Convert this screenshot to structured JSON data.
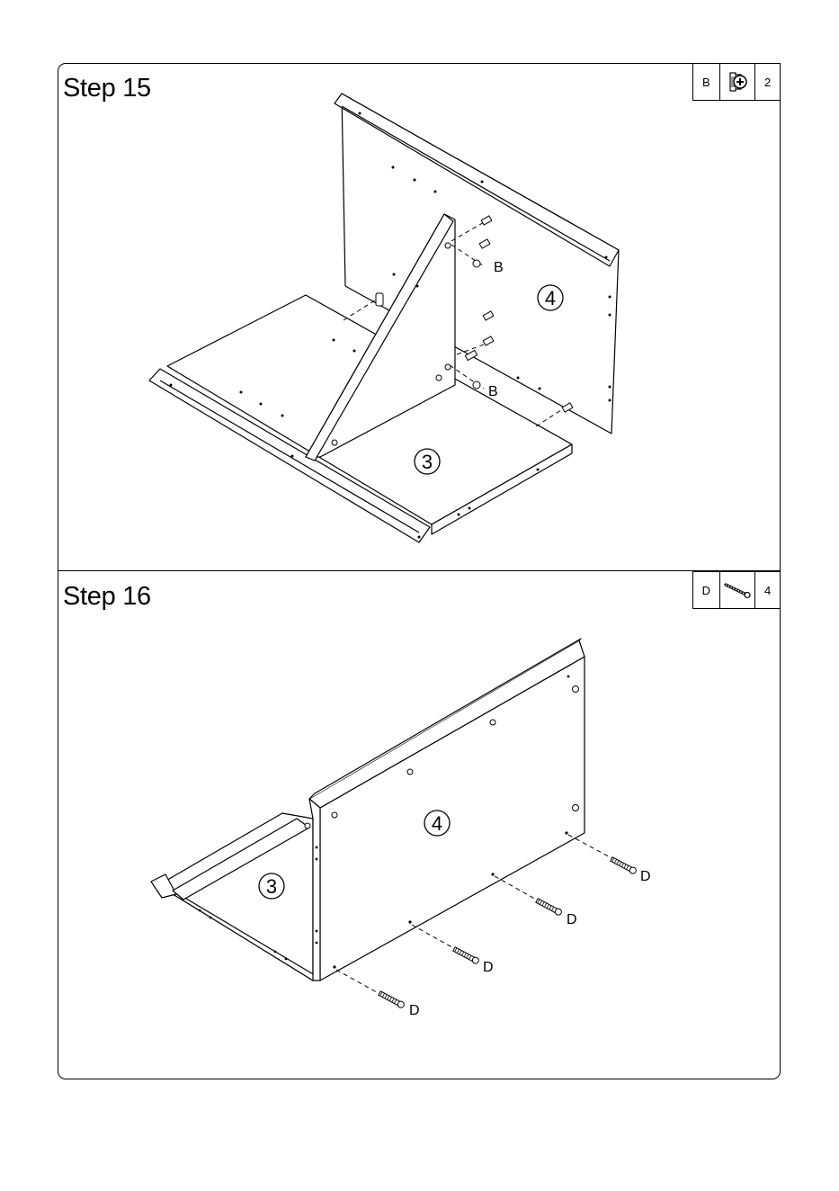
{
  "steps": [
    {
      "title": "Step 15",
      "hardware": {
        "letter": "B",
        "icon": "cam-lock-icon",
        "qty": "2"
      },
      "panels": [
        "4",
        "3"
      ],
      "callouts": [
        "B",
        "B"
      ]
    },
    {
      "title": "Step 16",
      "hardware": {
        "letter": "D",
        "icon": "screw-icon",
        "qty": "4"
      },
      "panels": [
        "4",
        "3"
      ],
      "callouts": [
        "D",
        "D",
        "D",
        "D"
      ]
    }
  ]
}
